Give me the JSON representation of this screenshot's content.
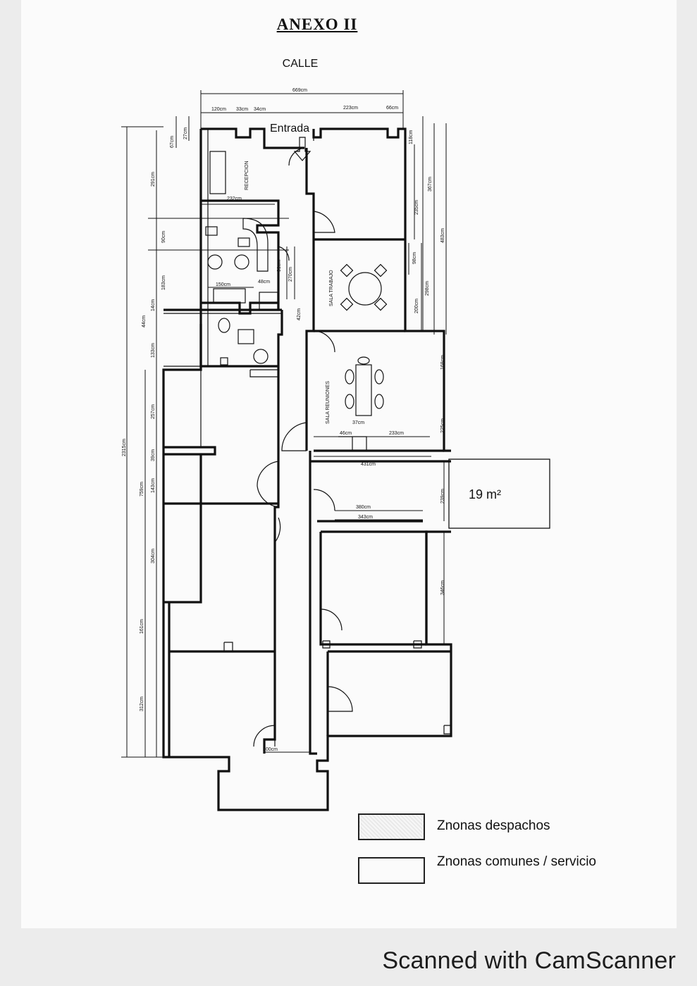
{
  "document": {
    "title": "ANEXO II",
    "street": "CALLE",
    "entrance": "Entrada",
    "area_label": "19 m²"
  },
  "rooms": {
    "reception": "RECEPCION",
    "work_room": "SALA TRABAJO",
    "meeting_room": "SALA REUNIONES"
  },
  "dimensions": {
    "top_total": "669cm",
    "top_left": "120cm",
    "top_small": "33cm",
    "top_small_b": "34cm",
    "top_mid": "223cm",
    "top_right": "66cm",
    "left_total": "2315cm",
    "r_29": "291cm",
    "r_67": "67cm",
    "r_27": "27cm",
    "r_90": "90cm",
    "r_183": "183cm",
    "r_14": "14cm",
    "r_44": "44cm",
    "r_133": "133cm",
    "r_257": "257cm",
    "r_39": "39cm",
    "r_759": "759cm",
    "r_143": "143cm",
    "r_304": "304cm",
    "r_161": "161cm",
    "r_312": "312cm",
    "c_232": "232cm",
    "c_150": "150cm",
    "c_91": "91cm",
    "c_270": "270cm",
    "c_42": "42cm",
    "c_48": "48cm",
    "c_37": "37cm",
    "c_46": "46cm",
    "c_233": "233cm",
    "c_431": "431cm",
    "c_380": "380cm",
    "c_343": "343cm",
    "e_118": "118cm",
    "e_235": "235cm",
    "e_367": "367cm",
    "e_483": "483cm",
    "e_98": "98cm",
    "e_298": "298cm",
    "e_200": "200cm",
    "e_168": "168cm",
    "e_225": "225cm",
    "e_239": "239cm",
    "e_346": "346cm",
    "bottom": "200cm"
  },
  "legend": {
    "offices": "Znonas despachos",
    "common": "Znonas comunes / servicio"
  },
  "footer": "Scanned with CamScanner"
}
